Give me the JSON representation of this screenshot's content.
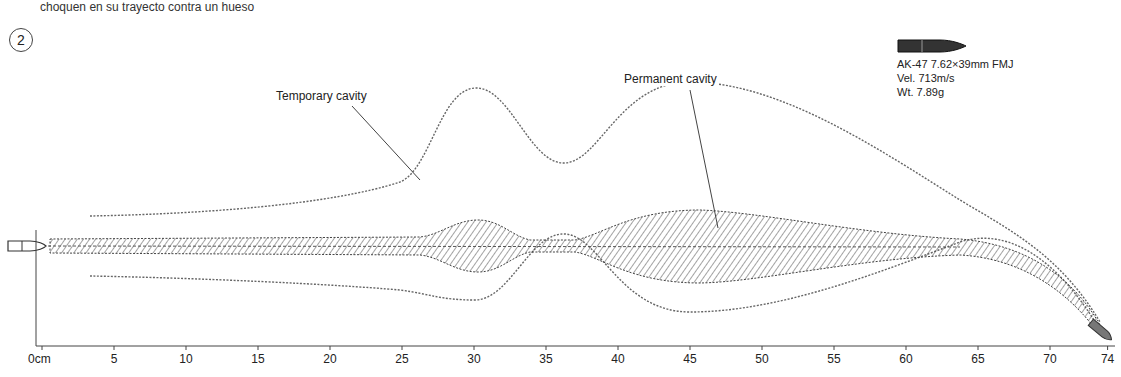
{
  "diagram": {
    "nodes": [
      {
        "text": [
          "2"
        ]
      }
    ],
    "labels": [
      "choquen en su trayecto contra un hueso",
      "Temporary cavity",
      "Permanent cavity",
      "AK-47 7.62×39mm FMJ",
      "Vel. 713m/s",
      "Wt. 7.89g",
      "0cm",
      "5",
      "10",
      "15",
      "20",
      "25",
      "30",
      "35",
      "40",
      "45",
      "50",
      "55",
      "60",
      "65",
      "70",
      "74"
    ]
  }
}
